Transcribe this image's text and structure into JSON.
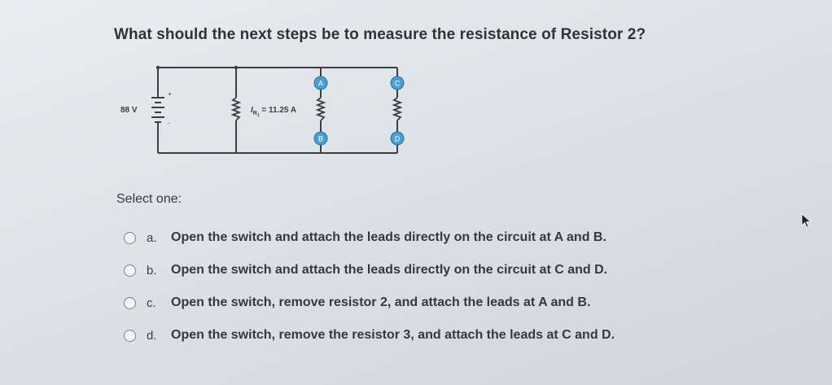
{
  "question": {
    "text": "What should the next steps be to measure the resistance of Resistor 2?"
  },
  "circuit": {
    "voltage_label": "88 V",
    "current_label": "11.25 A",
    "current_symbol": "I",
    "current_subscript": "R",
    "current_sub_sub": "1",
    "node_labels": [
      "A",
      "B",
      "C",
      "D"
    ],
    "node_color": "#4a9fd1"
  },
  "prompt": {
    "select_one": "Select one:"
  },
  "options": [
    {
      "letter": "a.",
      "text": "Open the switch and attach the leads directly on the circuit at A and B."
    },
    {
      "letter": "b.",
      "text": "Open the switch and attach the leads directly on the circuit at C and D."
    },
    {
      "letter": "c.",
      "text": "Open the switch, remove resistor 2, and attach the leads at A and B."
    },
    {
      "letter": "d.",
      "text": "Open the switch, remove the resistor 3, and attach the leads at C and D."
    }
  ]
}
